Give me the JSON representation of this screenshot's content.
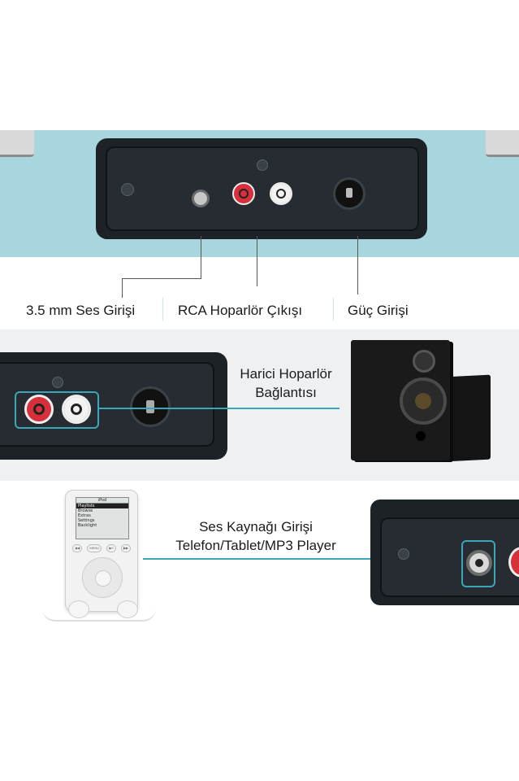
{
  "panel1": {
    "labels": {
      "audio_in": "3.5 mm Ses Girişi",
      "rca_out": "RCA Hoparlör Çıkışı",
      "power_in": "Güç Girişi"
    }
  },
  "panel2": {
    "caption_line1": "Harici Hoparlör",
    "caption_line2": "Bağlantısı"
  },
  "panel3": {
    "caption_line1": "Ses Kaynağı Girişi",
    "caption_line2": "Telefon/Tablet/MP3 Player",
    "ipod": {
      "title": "iPod",
      "menu": [
        "Playlists",
        "Browse",
        "Extras",
        "Settings",
        "Backlight"
      ],
      "buttons": [
        "◀◀",
        "MENU",
        "▶II",
        "▶▶"
      ]
    }
  },
  "colors": {
    "case_blue": "#a9d6de",
    "panel_dark": "#1d2226",
    "accent_teal": "#3aa6b9",
    "rca_red": "#d8303a",
    "band_grey": "#eef0f1"
  }
}
